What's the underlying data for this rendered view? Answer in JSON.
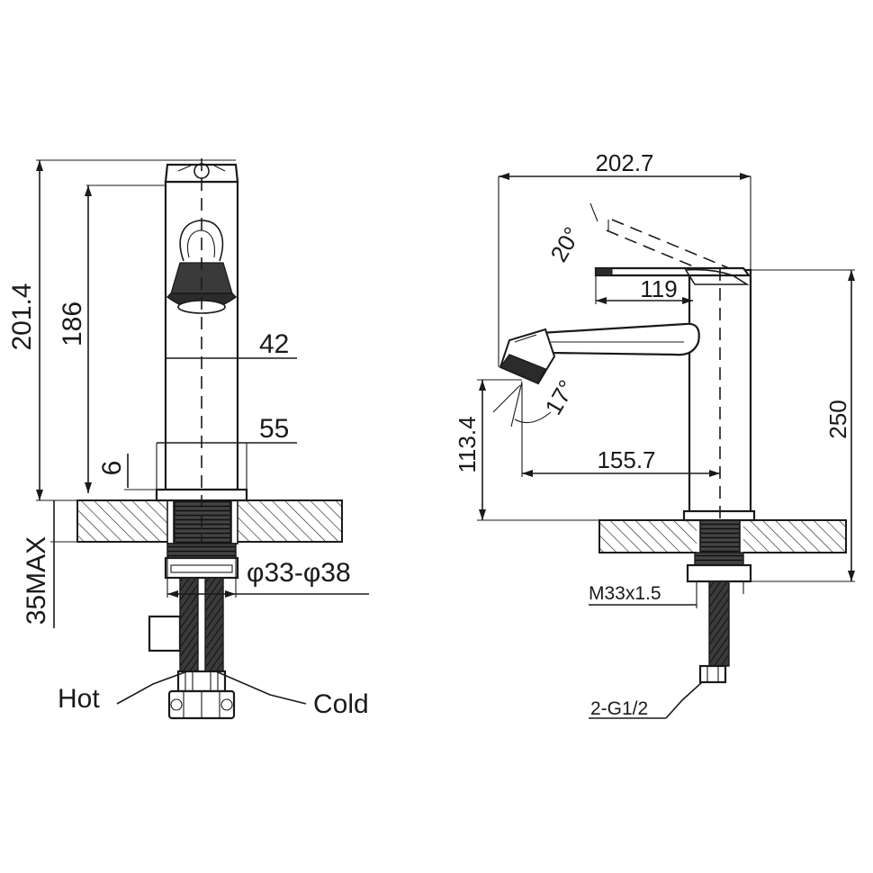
{
  "front_view": {
    "height_total": "201.4",
    "height_spout": "186",
    "width_body": "42",
    "width_base": "55",
    "base_thickness": "6",
    "max_counter": "35MAX",
    "hole_diameter": "φ33-φ38",
    "label_hot": "Hot",
    "label_cold": "Cold"
  },
  "side_view": {
    "total_length": "202.7",
    "handle_angle": "20°",
    "handle_reach": "119",
    "spout_angle": "17°",
    "spout_height": "113.4",
    "spout_reach": "155.7",
    "total_height": "250",
    "thread": "M33x1.5",
    "hose_connection": "2-G1/2"
  }
}
